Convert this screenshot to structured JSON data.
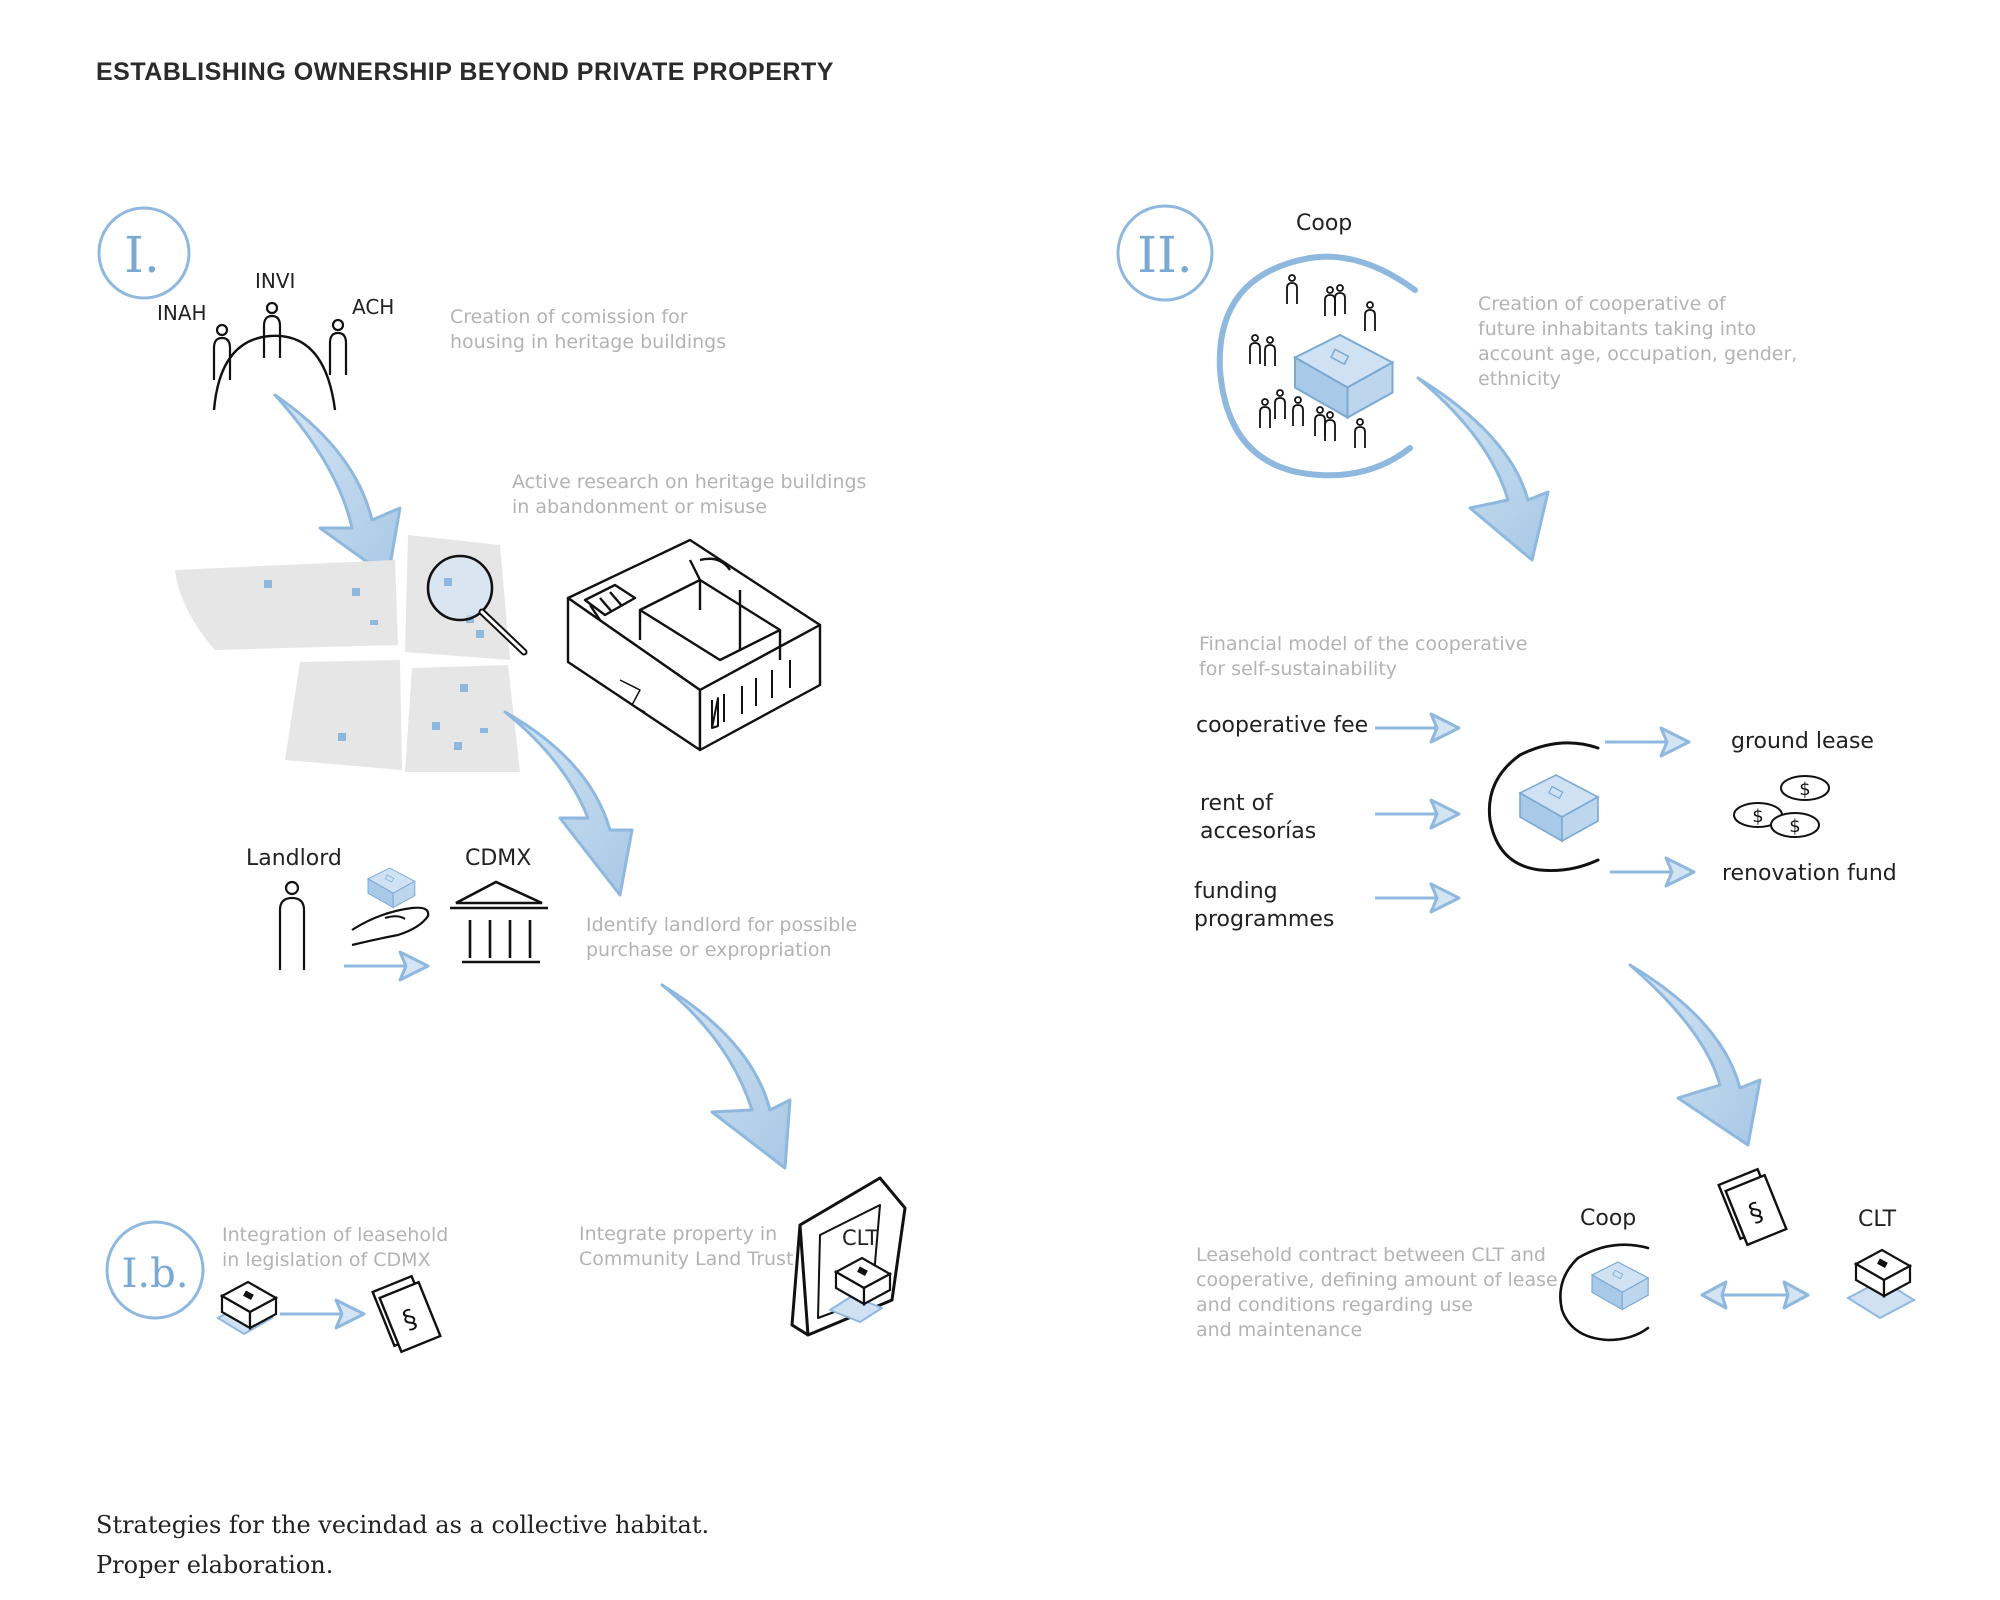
{
  "title": "ESTABLISHING OWNERSHIP BEYOND PRIVATE PROPERTY",
  "colors": {
    "accent": "#8fb8df",
    "accent_dark": "#6fa0cf",
    "map_gray": "#e6e6e6",
    "ink": "#1a1a1a",
    "note_gray": "#b3b3b3"
  },
  "section1": {
    "numeral": "I.",
    "actors": {
      "inah": "INAH",
      "invi": "INVI",
      "ach": "ACH"
    },
    "note_commission": "Creation of comission for\nhousing in heritage buildings",
    "note_research": "Active research on heritage buildings\nin abandonment or misuse",
    "landlord": "Landlord",
    "cdmx": "CDMX",
    "note_identify": "Identify landlord for possible\npurchase or expropriation",
    "note_integrate": "Integrate property in\nCommunity Land Trust",
    "clt_book": "CLT"
  },
  "section1b": {
    "numeral": "I.b.",
    "note_leasehold": "Integration of leasehold\nin legislation of CDMX"
  },
  "section2": {
    "numeral": "II.",
    "coop_label": "Coop",
    "note_coop": "Creation of cooperative of\nfuture inhabitants taking into\naccount age, occupation, gender,\nethnicity",
    "note_financial": "Financial model of the cooperative\nfor self-sustainability",
    "inputs": [
      "cooperative fee",
      "rent of\naccesorías",
      "funding\nprogrammes"
    ],
    "outputs": [
      "ground lease",
      "renovation fund"
    ],
    "note_contract": "Leasehold contract between CLT and\ncooperative, defining amount of lease\nand conditions regarding use\nand maintenance",
    "coop_bottom": "Coop",
    "clt_bottom": "CLT"
  },
  "caption": {
    "line1": "Strategies for the vecindad as a collective habitat.",
    "line2": "Proper elaboration."
  }
}
